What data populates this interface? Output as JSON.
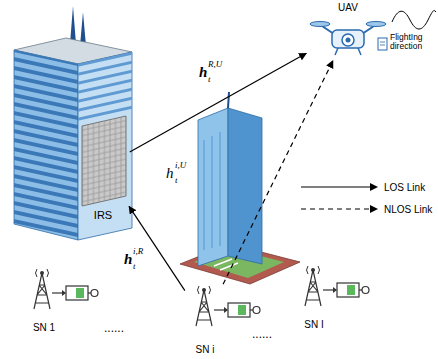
{
  "diagram": {
    "nodes": [
      {
        "text": [
          "UAV"
        ]
      },
      {
        "text": [
          "IRS"
        ]
      },
      {
        "text": [
          "SN 1"
        ]
      },
      {
        "text": [
          "SN i"
        ]
      },
      {
        "text": [
          "SN I"
        ]
      }
    ],
    "edges": [
      {
        "from": 1,
        "to": 0,
        "arrow": "to",
        "label": "h"
      },
      {
        "from": 3,
        "to": 0,
        "arrow": "to",
        "label": "h"
      },
      {
        "from": 3,
        "to": 1,
        "arrow": "to",
        "label": "h"
      }
    ],
    "labels": [
      "FlightIng direction",
      "R,U",
      "t",
      "i,U",
      "t",
      "i,R",
      "t",
      "......",
      "......"
    ],
    "legend": [
      {
        "text": "LOS Link"
      },
      {
        "text": "NLOS Link"
      }
    ]
  }
}
